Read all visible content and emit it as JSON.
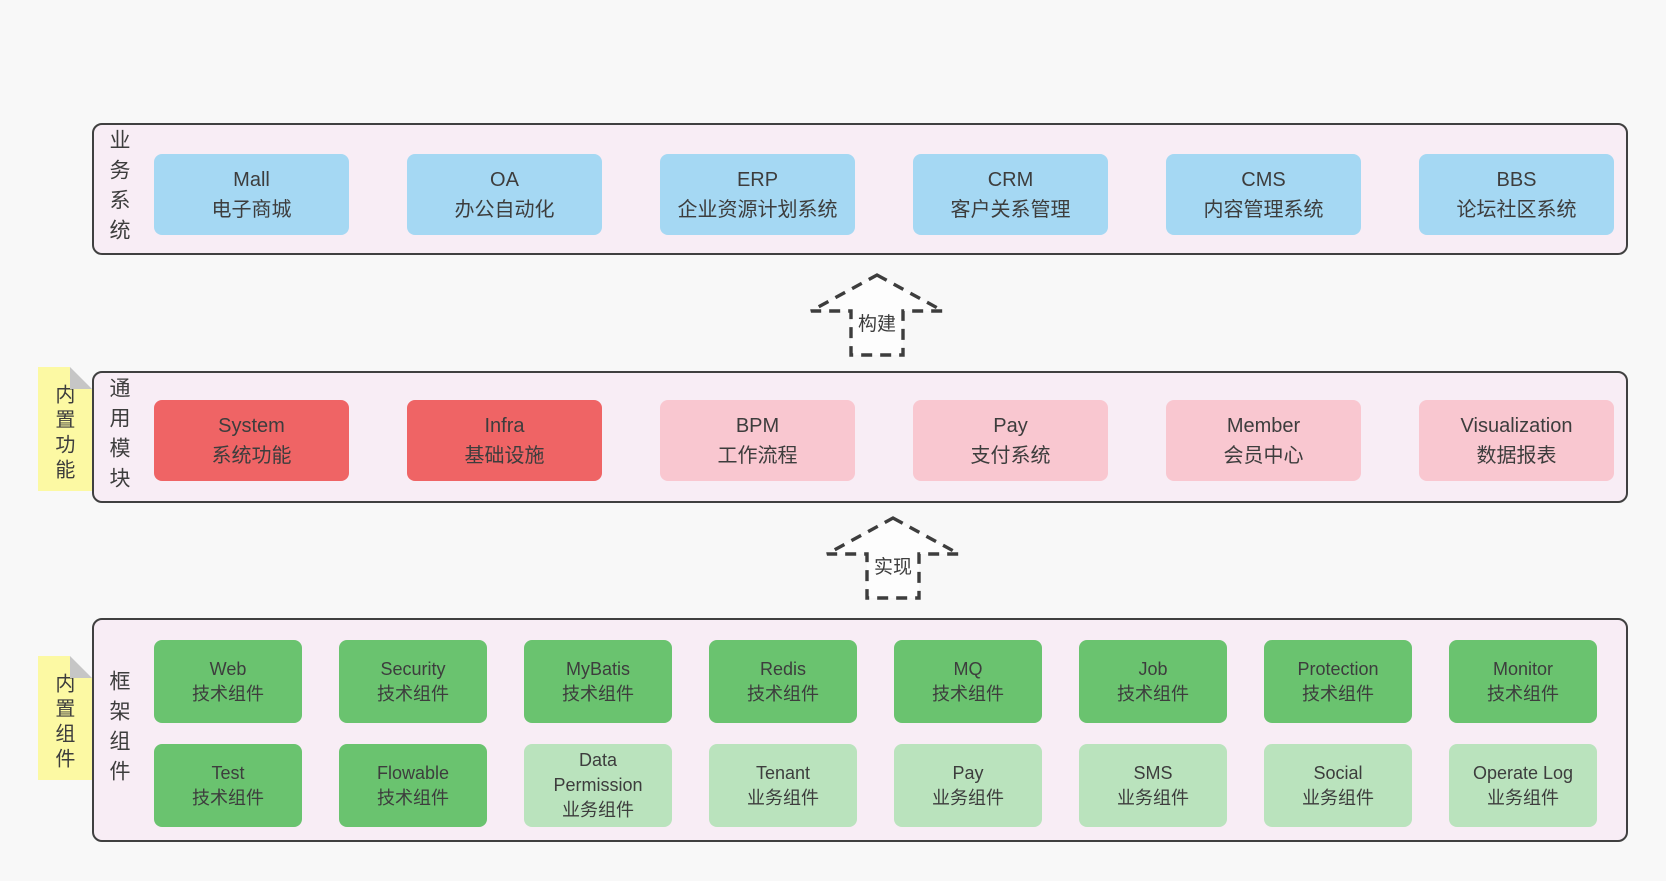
{
  "colors": {
    "page_bg": "#f8f8f8",
    "panel_bg": "#f8edf5",
    "panel_border": "#404040",
    "box_blue": "#a5d8f3",
    "box_red": "#ef6465",
    "box_pink": "#f9c7d0",
    "box_green_dark": "#6ac36f",
    "box_green_light": "#bae3bd",
    "note_yellow": "#fcf9a3",
    "fold_gray": "#c6c6c6",
    "text": "#3d3d3d"
  },
  "business_layer": {
    "label": "业务系统",
    "items": [
      {
        "title": "Mall",
        "subtitle": "电子商城",
        "variant": "blue"
      },
      {
        "title": "OA",
        "subtitle": "办公自动化",
        "variant": "blue"
      },
      {
        "title": "ERP",
        "subtitle": "企业资源计划系统",
        "variant": "blue"
      },
      {
        "title": "CRM",
        "subtitle": "客户关系管理",
        "variant": "blue"
      },
      {
        "title": "CMS",
        "subtitle": "内容管理系统",
        "variant": "blue"
      },
      {
        "title": "BBS",
        "subtitle": "论坛社区系统",
        "variant": "blue"
      }
    ]
  },
  "arrow_build": {
    "label": "构建"
  },
  "module_layer": {
    "label": "通用模块",
    "note": "内置功能",
    "items": [
      {
        "title": "System",
        "subtitle": "系统功能",
        "variant": "red"
      },
      {
        "title": "Infra",
        "subtitle": "基础设施",
        "variant": "red"
      },
      {
        "title": "BPM",
        "subtitle": "工作流程",
        "variant": "pink"
      },
      {
        "title": "Pay",
        "subtitle": "支付系统",
        "variant": "pink"
      },
      {
        "title": "Member",
        "subtitle": "会员中心",
        "variant": "pink"
      },
      {
        "title": "Visualization",
        "subtitle": "数据报表",
        "variant": "pink"
      }
    ]
  },
  "arrow_implement": {
    "label": "实现"
  },
  "component_layer": {
    "label": "框架组件",
    "note": "内置组件",
    "row1": [
      {
        "title": "Web",
        "subtitle": "技术组件",
        "variant": "green-dark"
      },
      {
        "title": "Security",
        "subtitle": "技术组件",
        "variant": "green-dark"
      },
      {
        "title": "MyBatis",
        "subtitle": "技术组件",
        "variant": "green-dark"
      },
      {
        "title": "Redis",
        "subtitle": "技术组件",
        "variant": "green-dark"
      },
      {
        "title": "MQ",
        "subtitle": "技术组件",
        "variant": "green-dark"
      },
      {
        "title": "Job",
        "subtitle": "技术组件",
        "variant": "green-dark"
      },
      {
        "title": "Protection",
        "subtitle": "技术组件",
        "variant": "green-dark"
      },
      {
        "title": "Monitor",
        "subtitle": "技术组件",
        "variant": "green-dark"
      }
    ],
    "row2": [
      {
        "title": "Test",
        "subtitle": "技术组件",
        "variant": "green-dark"
      },
      {
        "title": "Flowable",
        "subtitle": "技术组件",
        "variant": "green-dark"
      },
      {
        "title": "Data Permission",
        "subtitle": "业务组件",
        "variant": "green-light"
      },
      {
        "title": "Tenant",
        "subtitle": "业务组件",
        "variant": "green-light"
      },
      {
        "title": "Pay",
        "subtitle": "业务组件",
        "variant": "green-light"
      },
      {
        "title": "SMS",
        "subtitle": "业务组件",
        "variant": "green-light"
      },
      {
        "title": "Social",
        "subtitle": "业务组件",
        "variant": "green-light"
      },
      {
        "title": "Operate Log",
        "subtitle": "业务组件",
        "variant": "green-light"
      }
    ]
  }
}
